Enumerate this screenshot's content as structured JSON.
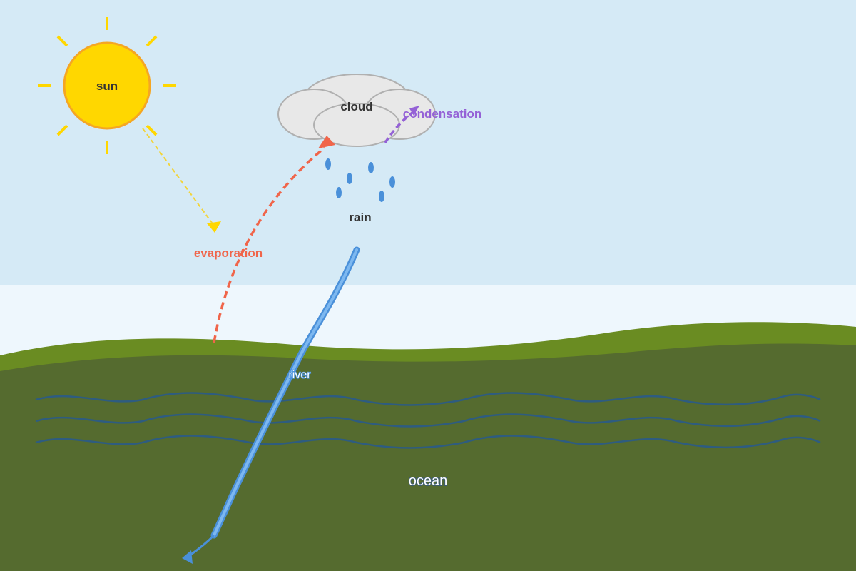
{
  "labels": {
    "sun": "sun",
    "cloud": "cloud",
    "condensation": "condensation",
    "rain": "rain",
    "evaporation": "evaporation",
    "river": "river",
    "ocean": "ocean"
  },
  "colors": {
    "sky": "#d5eaf6",
    "horizon": "#eef7fd",
    "hill_light": "#6a8c22",
    "hill_dark": "#556b2f",
    "sun_fill": "#ffd700",
    "sun_stroke": "#f5a623",
    "cloud_fill": "#e8e8e8",
    "cloud_stroke": "#b0b0b0",
    "evaporation": "#f0654a",
    "condensation": "#9461d6",
    "sunlight": "#f2d43a",
    "rain": "#4a90d9",
    "river": "#4a90d9",
    "river_highlight": "#7db8f0",
    "waves": "#2e5c80",
    "text_dark": "#333333",
    "text_light": "#ffffff"
  }
}
